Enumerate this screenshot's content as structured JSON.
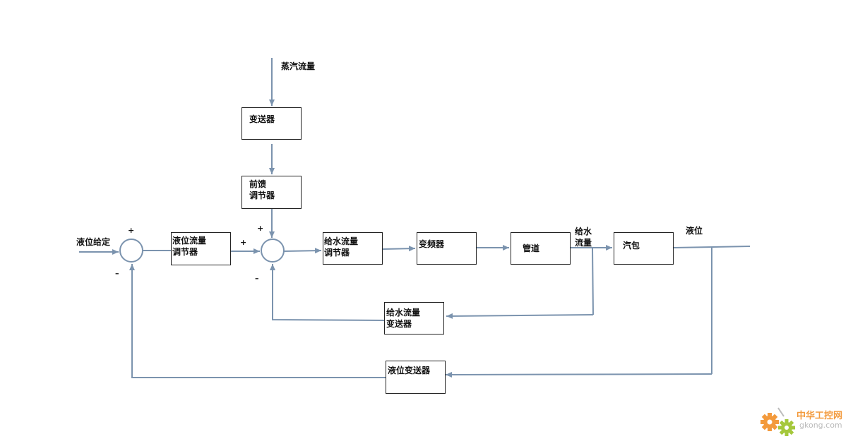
{
  "blocks": {
    "transmitter_top": "变送器",
    "feedforward_line1": "前馈",
    "feedforward_line2": "调节器",
    "level_flow_ctrl_line1": "液位流量",
    "level_flow_ctrl_line2": "调节器",
    "feedwater_ctrl_line1": "给水流量",
    "feedwater_ctrl_line2": "调节器",
    "vfd": "变频器",
    "pipe": "管道",
    "drum": "汽包",
    "feedwater_tx_line1": "给水流量",
    "feedwater_tx_line2": "变送器",
    "level_tx": "液位变送器"
  },
  "labels": {
    "steam_flow": "蒸汽流量",
    "level_setpoint": "液位给定",
    "feedwater_flow_line1": "给水",
    "feedwater_flow_line2": "流量",
    "level_output": "液位"
  },
  "signs": {
    "sum1_plus": "+",
    "sum1_minus": "–",
    "sum2_plus_left": "+",
    "sum2_plus_top": "+",
    "sum2_minus": "–"
  },
  "watermark": {
    "cn": "中华工控网",
    "en": "gkong.com"
  },
  "colors": {
    "line": "#7b93ae",
    "box_border": "#222222",
    "watermark_orange": "#f39a3c",
    "watermark_green": "#a5c83c"
  }
}
